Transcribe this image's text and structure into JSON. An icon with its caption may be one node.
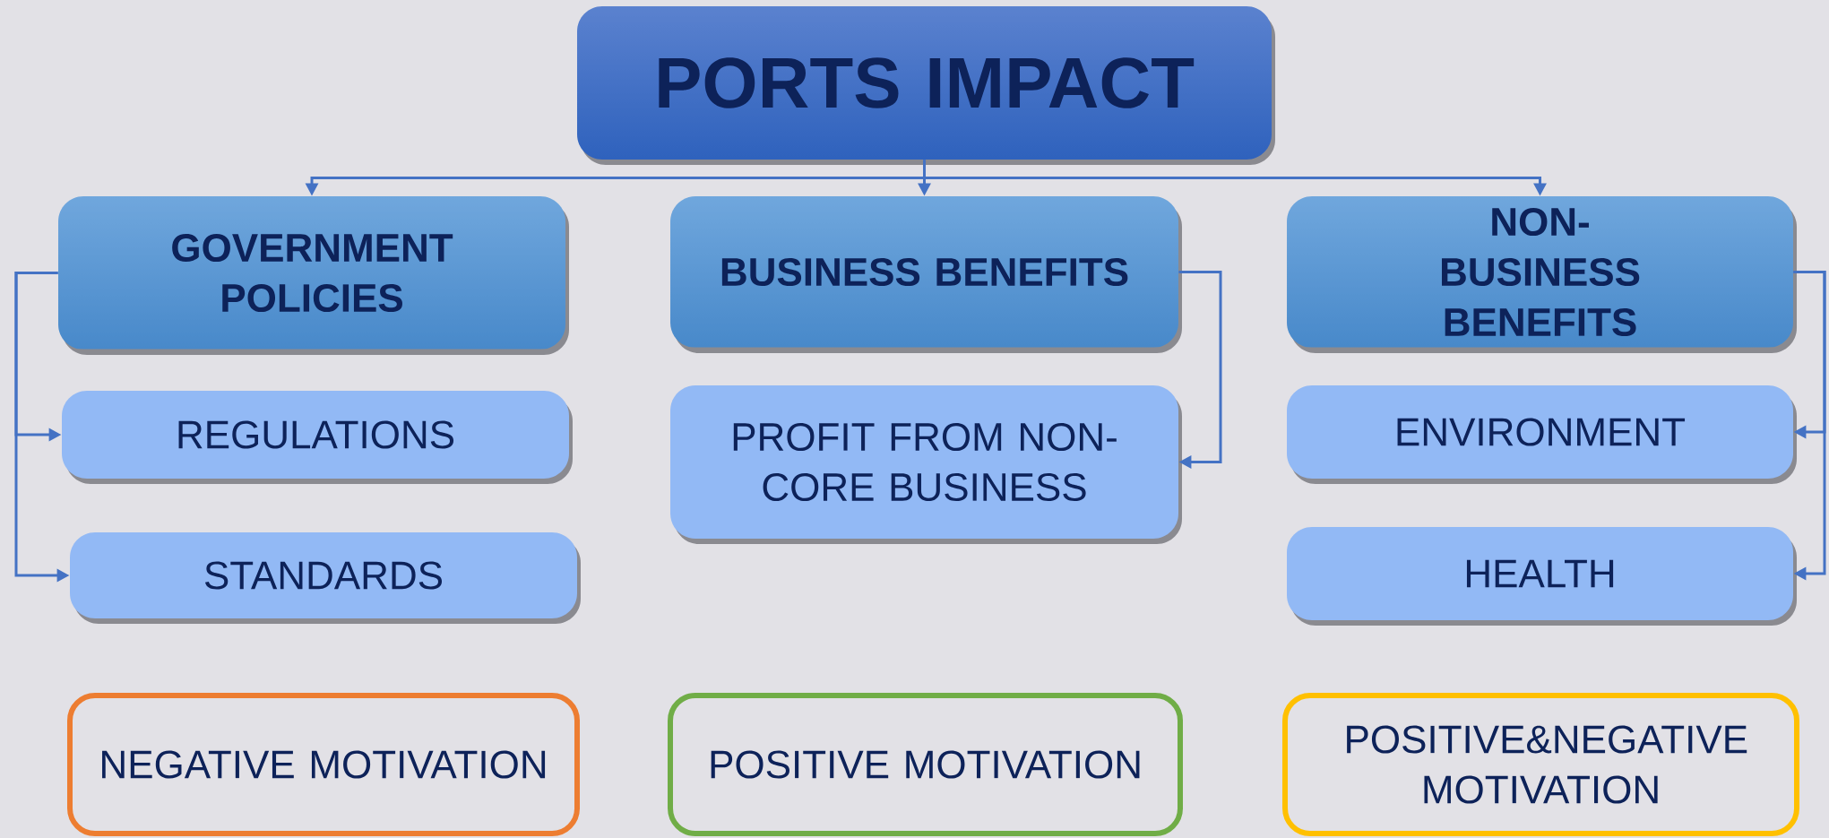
{
  "diagram": {
    "nodes": [
      {
        "text": [
          "PORTS IMPACT"
        ]
      },
      {
        "text": [
          "GOVERNMENT POLICIES"
        ]
      },
      {
        "text": [
          "BUSINESS BENEFITS"
        ]
      },
      {
        "text": [
          "NON-BUSINESS BENEFITS"
        ]
      },
      {
        "text": [
          "REGULATIONS"
        ]
      },
      {
        "text": [
          "STANDARDS"
        ]
      },
      {
        "text": [
          "PROFIT FROM NON-CORE BUSINESS"
        ]
      },
      {
        "text": [
          "ENVIRONMENT"
        ]
      },
      {
        "text": [
          "HEALTH"
        ]
      },
      {
        "text": [
          "NEGATIVE MOTIVATION"
        ]
      },
      {
        "text": [
          "POSITIVE MOTIVATION"
        ]
      },
      {
        "text": [
          "POSITIVE&NEGATIVE MOTIVATION"
        ]
      }
    ],
    "edges": [
      {
        "from": 0,
        "to": 1,
        "arrow": "to"
      },
      {
        "from": 0,
        "to": 2,
        "arrow": "to"
      },
      {
        "from": 0,
        "to": 3,
        "arrow": "to"
      },
      {
        "from": 1,
        "to": 4,
        "arrow": "to"
      },
      {
        "from": 1,
        "to": 5,
        "arrow": "to"
      },
      {
        "from": 2,
        "to": 6,
        "arrow": "to"
      },
      {
        "from": 3,
        "to": 7,
        "arrow": "to"
      },
      {
        "from": 3,
        "to": 8,
        "arrow": "to"
      }
    ]
  }
}
